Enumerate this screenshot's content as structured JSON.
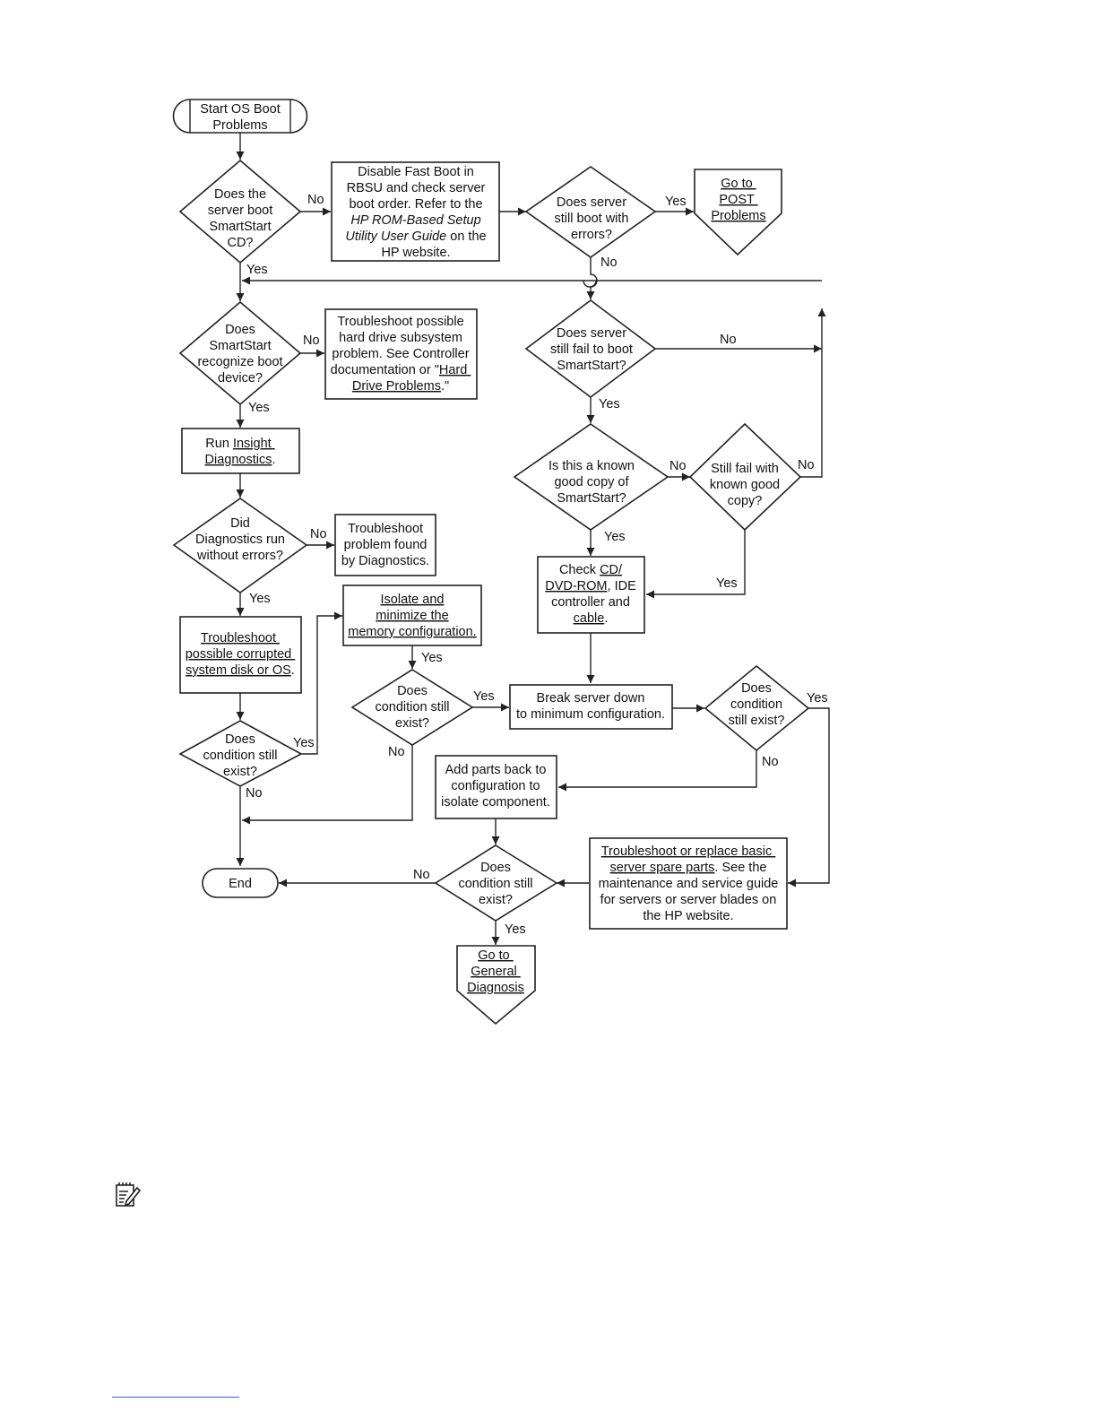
{
  "flowchart": {
    "nodes": {
      "start": "Start OS Boot\nProblems",
      "d_boot_cd": "Does the\nserver boot\nSmartStart\nCD?",
      "disable_fastboot": [
        [
          {
            "t": "Disable Fast Boot in"
          }
        ],
        [
          {
            "t": "RBSU and check server"
          }
        ],
        [
          {
            "t": "boot order. Refer to the"
          }
        ],
        [
          {
            "t": "HP ROM-Based Setup",
            "s": "i"
          }
        ],
        [
          {
            "t": "Utility User Guide",
            "s": "i"
          },
          {
            "t": " on the"
          }
        ],
        [
          {
            "t": "HP website."
          }
        ]
      ],
      "d_boot_errors": "Does server\nstill boot with\nerrors?",
      "goto_post": "Go to \nPOST \nProblems",
      "d_recognize": "Does\nSmartStart\nrecognize boot\ndevice?",
      "troubleshoot_hd": [
        [
          {
            "t": "Troubleshoot possible"
          }
        ],
        [
          {
            "t": "hard drive subsystem"
          }
        ],
        [
          {
            "t": "problem. See Controller"
          }
        ],
        [
          {
            "t": "documentation or \""
          },
          {
            "t": "Hard ",
            "s": "u"
          }
        ],
        [
          {
            "t": "Drive Problems",
            "s": "u"
          },
          {
            "t": ".\""
          }
        ]
      ],
      "d_fail_boot": "Does server\nstill fail to boot\nSmartStart?",
      "run_insight": [
        [
          {
            "t": "Run "
          },
          {
            "t": "Insight ",
            "s": "u"
          }
        ],
        [
          {
            "t": "Diagnostics",
            "s": "u"
          },
          {
            "t": "."
          }
        ]
      ],
      "d_known_good": "Is this a known\ngood copy of\nSmartStart?",
      "d_still_fail_known": "Still fail with\nknown good\ncopy?",
      "d_diag_errors": "Did\nDiagnostics run\nwithout errors?",
      "troubleshoot_diag": "Troubleshoot\nproblem found\nby Diagnostics.",
      "check_cd": [
        [
          {
            "t": "Check "
          },
          {
            "t": "CD/",
            "s": "u"
          }
        ],
        [
          {
            "t": "DVD-ROM",
            "s": "u"
          },
          {
            "t": ", IDE"
          }
        ],
        [
          {
            "t": "controller and"
          }
        ],
        [
          {
            "t": "cable",
            "s": "u"
          },
          {
            "t": "."
          }
        ]
      ],
      "isolate_memory": [
        [
          {
            "t": "Isolate and",
            "s": "u"
          }
        ],
        [
          {
            "t": "minimize the",
            "s": "u"
          }
        ],
        [
          {
            "t": "memory configuration.",
            "s": "u"
          }
        ]
      ],
      "troubleshoot_disk": [
        [
          {
            "t": "Troubleshoot ",
            "s": "u"
          }
        ],
        [
          {
            "t": "possible corrupted ",
            "s": "u"
          }
        ],
        [
          {
            "t": "system disk or OS",
            "s": "u"
          },
          {
            "t": "."
          }
        ]
      ],
      "d_cond_mem": "Does\ncondition still\nexist?",
      "break_server": "Break server down\nto minimum configuration.",
      "d_cond_min": "Does\ncondition\nstill exist?",
      "d_cond_os": "Does\ncondition still\nexist?",
      "add_parts": "Add parts back to\nconfiguration to\nisolate component.",
      "end": "End",
      "d_cond_final": "Does\ncondition still\nexist?",
      "troubleshoot_spare": [
        [
          {
            "t": "Troubleshoot or replace basic ",
            "s": "u"
          }
        ],
        [
          {
            "t": "server spare parts",
            "s": "u"
          },
          {
            "t": ". See the"
          }
        ],
        [
          {
            "t": "maintenance and service guide"
          }
        ],
        [
          {
            "t": "for servers or server blades on"
          }
        ],
        [
          {
            "t": "the HP website."
          }
        ]
      ],
      "goto_general": "Go to \nGeneral \nDiagnosis"
    },
    "edges": {
      "yes": "Yes",
      "no": "No"
    }
  },
  "icons": {
    "note": "note-icon"
  }
}
